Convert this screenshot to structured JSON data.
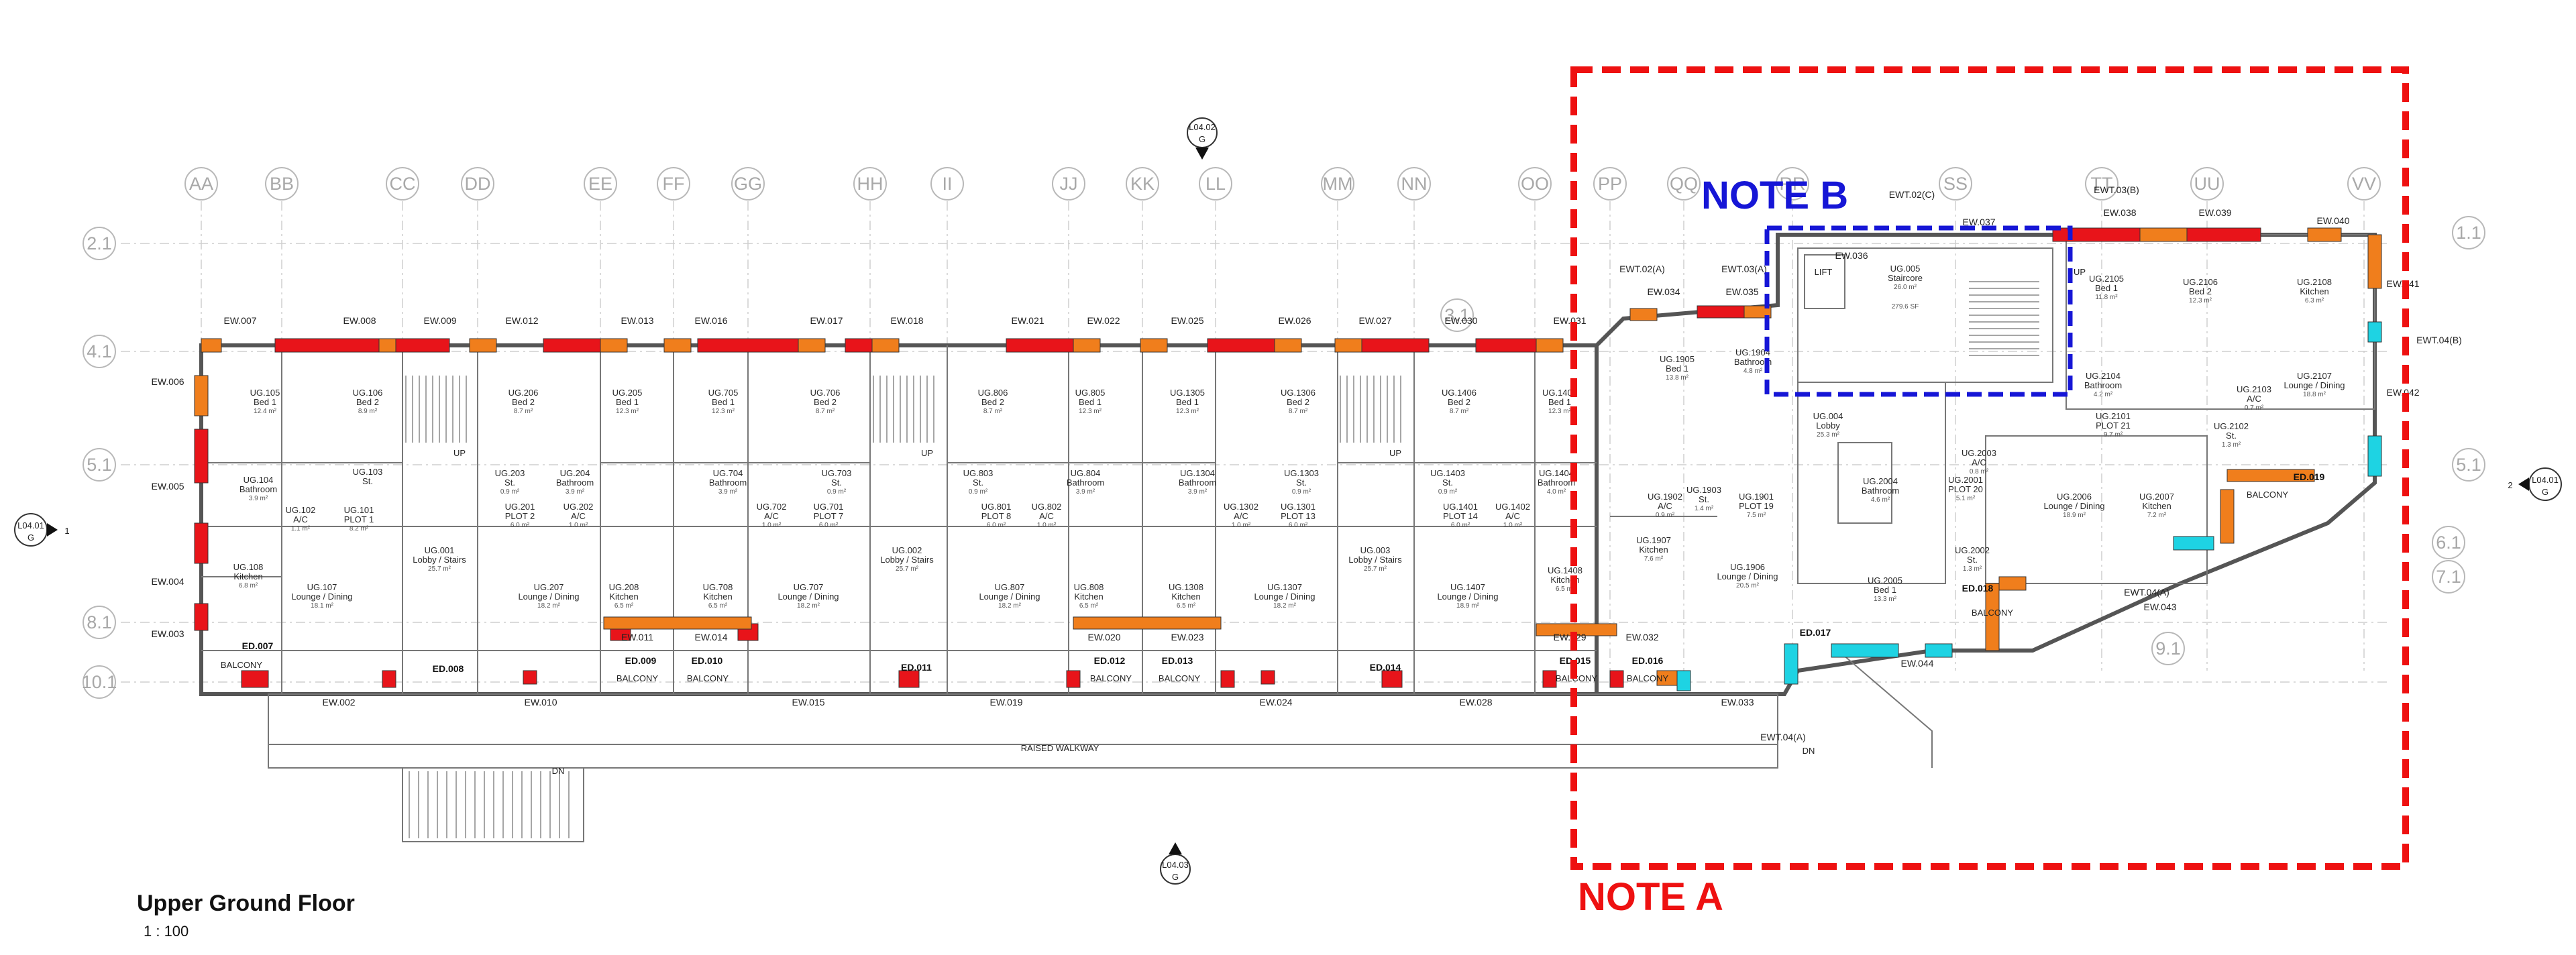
{
  "drawing": {
    "title": "Upper Ground Floor",
    "scale": "1 : 100",
    "note_a": "NOTE A",
    "note_b": "NOTE B"
  },
  "colors": {
    "red": "#e8141a",
    "orange": "#f07e1c",
    "cyan": "#1ed3e3",
    "note_a": "#ee1111",
    "note_b": "#1616d6"
  },
  "grid_columns": [
    "AA",
    "BB",
    "CC",
    "DD",
    "EE",
    "FF",
    "GG",
    "HH",
    "II",
    "JJ",
    "KK",
    "LL",
    "MM",
    "NN",
    "OO",
    "PP",
    "QQ",
    "RR",
    "SS",
    "TT",
    "UU",
    "VV"
  ],
  "grid_rows": [
    "2.1",
    "4.1",
    "5.1",
    "8.1",
    "10.1"
  ],
  "grid_rows_right": [
    "1.1",
    "5.1",
    "6.1",
    "7.1",
    "9.1"
  ],
  "grid_misc": "3.1",
  "section_marks": {
    "top": {
      "ref": "L04.02",
      "sheet": "G"
    },
    "bottom": {
      "ref": "L04.03",
      "sheet": "G"
    },
    "left": {
      "ref": "L04.01",
      "sheet": "G",
      "num": "1"
    },
    "right": {
      "ref": "L04.01",
      "sheet": "G",
      "num": "2"
    }
  },
  "rooms": [
    {
      "name": "UG.105",
      "use": "Bed 1",
      "area": "12.4 m²"
    },
    {
      "name": "UG.106",
      "use": "Bed 2",
      "area": "8.9 m²"
    },
    {
      "name": "UG.104",
      "use": "Bathroom",
      "area": "3.9 m²"
    },
    {
      "name": "UG.102",
      "use": "A/C",
      "area": "1.1 m²"
    },
    {
      "name": "UG.103",
      "use": "St.",
      "area": ""
    },
    {
      "name": "UG.101",
      "use": "PLOT 1",
      "area": "8.2 m²"
    },
    {
      "name": "UG.108",
      "use": "Kitchen",
      "area": "6.8 m²"
    },
    {
      "name": "UG.107",
      "use": "Lounge / Dining",
      "area": "18.1 m²"
    },
    {
      "name": "UG.001",
      "use": "Lobby / Stairs",
      "area": "25.7 m²"
    },
    {
      "name": "UG.206",
      "use": "Bed 2",
      "area": "8.7 m²"
    },
    {
      "name": "UG.205",
      "use": "Bed 1",
      "area": "12.3 m²"
    },
    {
      "name": "UG.203",
      "use": "St.",
      "area": "0.9 m²"
    },
    {
      "name": "UG.204",
      "use": "Bathroom",
      "area": "3.9 m²"
    },
    {
      "name": "UG.201",
      "use": "PLOT 2",
      "area": "6.0 m²"
    },
    {
      "name": "UG.202",
      "use": "A/C",
      "area": "1.0 m²"
    },
    {
      "name": "UG.207",
      "use": "Lounge / Dining",
      "area": "18.2 m²"
    },
    {
      "name": "UG.208",
      "use": "Kitchen",
      "area": "6.5 m²"
    },
    {
      "name": "UG.705",
      "use": "Bed 1",
      "area": "12.3 m²"
    },
    {
      "name": "UG.706",
      "use": "Bed 2",
      "area": "8.7 m²"
    },
    {
      "name": "UG.704",
      "use": "Bathroom",
      "area": "3.9 m²"
    },
    {
      "name": "UG.703",
      "use": "St.",
      "area": "0.9 m²"
    },
    {
      "name": "UG.702",
      "use": "A/C",
      "area": "1.0 m²"
    },
    {
      "name": "UG.701",
      "use": "PLOT 7",
      "area": "6.0 m²"
    },
    {
      "name": "UG.708",
      "use": "Kitchen",
      "area": "6.5 m²"
    },
    {
      "name": "UG.707",
      "use": "Lounge / Dining",
      "area": "18.2 m²"
    },
    {
      "name": "UG.002",
      "use": "Lobby / Stairs",
      "area": "25.7 m²"
    },
    {
      "name": "UG.806",
      "use": "Bed 2",
      "area": "8.7 m²"
    },
    {
      "name": "UG.805",
      "use": "Bed 1",
      "area": "12.3 m²"
    },
    {
      "name": "UG.803",
      "use": "St.",
      "area": "0.9 m²"
    },
    {
      "name": "UG.804",
      "use": "Bathroom",
      "area": "3.9 m²"
    },
    {
      "name": "UG.801",
      "use": "PLOT 8",
      "area": "6.0 m²"
    },
    {
      "name": "UG.802",
      "use": "A/C",
      "area": "1.0 m²"
    },
    {
      "name": "UG.807",
      "use": "Lounge / Dining",
      "area": "18.2 m²"
    },
    {
      "name": "UG.808",
      "use": "Kitchen",
      "area": "6.5 m²"
    },
    {
      "name": "UG.1305",
      "use": "Bed 1",
      "area": "12.3 m²"
    },
    {
      "name": "UG.1306",
      "use": "Bed 2",
      "area": "8.7 m²"
    },
    {
      "name": "UG.1304",
      "use": "Bathroom",
      "area": "3.9 m²"
    },
    {
      "name": "UG.1303",
      "use": "St.",
      "area": "0.9 m²"
    },
    {
      "name": "UG.1302",
      "use": "A/C",
      "area": "1.0 m²"
    },
    {
      "name": "UG.1301",
      "use": "PLOT 13",
      "area": "6.0 m²"
    },
    {
      "name": "UG.1308",
      "use": "Kitchen",
      "area": "6.5 m²"
    },
    {
      "name": "UG.1307",
      "use": "Lounge / Dining",
      "area": "18.2 m²"
    },
    {
      "name": "UG.003",
      "use": "Lobby / Stairs",
      "area": "25.7 m²"
    },
    {
      "name": "UG.1406",
      "use": "Bed 2",
      "area": "8.7 m²"
    },
    {
      "name": "UG.1405",
      "use": "Bed 1",
      "area": "12.3 m²"
    },
    {
      "name": "UG.1403",
      "use": "St.",
      "area": "0.9 m²"
    },
    {
      "name": "UG.1404",
      "use": "Bathroom",
      "area": "4.0 m²"
    },
    {
      "name": "UG.1401",
      "use": "PLOT 14",
      "area": "6.0 m²"
    },
    {
      "name": "UG.1402",
      "use": "A/C",
      "area": "1.0 m²"
    },
    {
      "name": "UG.1407",
      "use": "Lounge / Dining",
      "area": "18.9 m²"
    },
    {
      "name": "UG.1408",
      "use": "Kitchen",
      "area": "6.5 m²"
    },
    {
      "name": "UG.1905",
      "use": "Bed 1",
      "area": "13.8 m²"
    },
    {
      "name": "UG.1904",
      "use": "Bathroom",
      "area": "4.8 m²"
    },
    {
      "name": "UG.1902",
      "use": "A/C",
      "area": "0.9 m²"
    },
    {
      "name": "UG.1903",
      "use": "St.",
      "area": "1.4 m²"
    },
    {
      "name": "UG.1901",
      "use": "PLOT 19",
      "area": "7.5 m²"
    },
    {
      "name": "UG.1907",
      "use": "Kitchen",
      "area": "7.6 m²"
    },
    {
      "name": "UG.1906",
      "use": "Lounge / Dining",
      "area": "20.5 m²"
    },
    {
      "name": "UG.004",
      "use": "Lobby",
      "area": "25.3 m²"
    },
    {
      "name": "UG.005",
      "use": "Staircore",
      "area": "26.0 m²"
    },
    {
      "name": "UG.2105",
      "use": "Bed 1",
      "area": "11.8 m²"
    },
    {
      "name": "UG.2106",
      "use": "Bed 2",
      "area": "12.3 m²"
    },
    {
      "name": "UG.2108",
      "use": "Kitchen",
      "area": "6.3 m²"
    },
    {
      "name": "UG.2104",
      "use": "Bathroom",
      "area": "4.2 m²"
    },
    {
      "name": "UG.2101",
      "use": "PLOT 21",
      "area": "9.7 m²"
    },
    {
      "name": "UG.2107",
      "use": "Lounge / Dining",
      "area": "18.8 m²"
    },
    {
      "name": "UG.2103",
      "use": "A/C",
      "area": "0.7 m²"
    },
    {
      "name": "UG.2102",
      "use": "St.",
      "area": "1.3 m²"
    },
    {
      "name": "UG.2003",
      "use": "A/C",
      "area": "0.8 m²"
    },
    {
      "name": "UG.2004",
      "use": "Bathroom",
      "area": "4.6 m²"
    },
    {
      "name": "UG.2001",
      "use": "PLOT 20",
      "area": "5.1 m²"
    },
    {
      "name": "UG.2006",
      "use": "Lounge / Dining",
      "area": "18.9 m²"
    },
    {
      "name": "UG.2007",
      "use": "Kitchen",
      "area": "7.2 m²"
    },
    {
      "name": "UG.2002",
      "use": "St.",
      "area": "1.3 m²"
    },
    {
      "name": "UG.2005",
      "use": "Bed 1",
      "area": "13.3 m²"
    }
  ],
  "wall_tags": {
    "top": [
      "EW.007",
      "EW.008",
      "EW.009",
      "EW.012",
      "EW.013",
      "EW.016",
      "EW.017",
      "EW.018",
      "EW.021",
      "EW.022",
      "EW.025",
      "EW.026",
      "EW.027",
      "EW.030",
      "EW.031",
      "EW.034",
      "EW.035",
      "EW.036",
      "EW.037",
      "EW.038",
      "EW.039",
      "EW.040"
    ],
    "top_upper": [
      "EWT.02(A)",
      "EWT.03(A)",
      "EWT.02(C)",
      "EWT.03(B)"
    ],
    "left": [
      "EW.006",
      "EW.005",
      "EW.004",
      "EW.003"
    ],
    "right": [
      "EW.041",
      "EWT.04(B)",
      "EW.042",
      "EWT.04(A)"
    ],
    "bottom": [
      "EW.002",
      "EW.010",
      "EW.011",
      "EW.014",
      "EW.015",
      "EW.019",
      "EW.020",
      "EW.023",
      "EW.024",
      "EW.028",
      "EW.029",
      "EW.032",
      "EW.033",
      "EW.043",
      "EW.044",
      "EWT.04(A)"
    ]
  },
  "balconies": [
    "ED.007",
    "ED.008",
    "ED.009",
    "ED.010",
    "ED.011",
    "ED.012",
    "ED.013",
    "ED.014",
    "ED.015",
    "ED.016",
    "ED.017",
    "ED.018",
    "ED.019"
  ],
  "labels": {
    "balcony": "BALCONY",
    "walkway": "RAISED WALKWAY",
    "down": "DN",
    "up": "UP",
    "lift": "LIFT",
    "sf": "279.6 SF"
  }
}
